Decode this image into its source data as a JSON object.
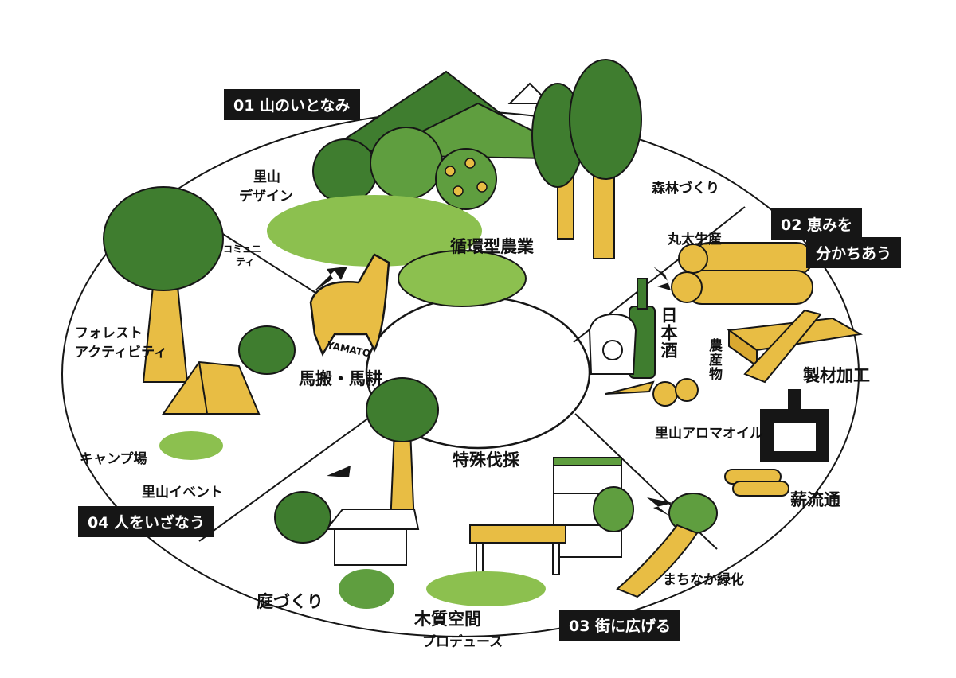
{
  "colors": {
    "dark_green": "#3f7d2f",
    "mid_green": "#5f9e3f",
    "light_green": "#8cc04f",
    "yellow": "#e8bd44",
    "black": "#161616",
    "trunk": "#e8bd44"
  },
  "sections": {
    "s01": "01 山のいとなみ",
    "s02_line1": "02 恵みを",
    "s02_line2": "分かちあう",
    "s03": "03 街に広げる",
    "s04": "04 人をいざなう"
  },
  "labels": {
    "satoyama_design_1": "里山",
    "satoyama_design_2": "デザイン",
    "community_1": "コミュニ",
    "community_2": "ティ",
    "forest_activity_1": "フォレスト",
    "forest_activity_2": "アクティビティ",
    "junkan": "循環型農業",
    "shinrin": "森林づくり",
    "maruta": "丸太生産",
    "nihonshu": "日本酒",
    "nousanbutsu": "農産物",
    "seizai": "製材加工",
    "aroma": "里山アロマオイル",
    "maki": "薪流通",
    "machinaka": "まちなか緑化",
    "tokushu": "特殊伐採",
    "mokushitsu": "木質空間",
    "produce": "プロデュース",
    "niwa": "庭づくり",
    "event": "里山イベント",
    "camp": "キャンプ場",
    "bahan": "馬搬・馬耕",
    "yamato": "YAMATO"
  },
  "icons": [
    "mountain-icon",
    "tree-icon",
    "horse-icon",
    "log-pile-icon",
    "lumber-icon",
    "sake-bottle-icon",
    "rice-bag-icon",
    "stove-icon",
    "tent-icon",
    "building-icon",
    "house-icon",
    "arrow-icon"
  ]
}
